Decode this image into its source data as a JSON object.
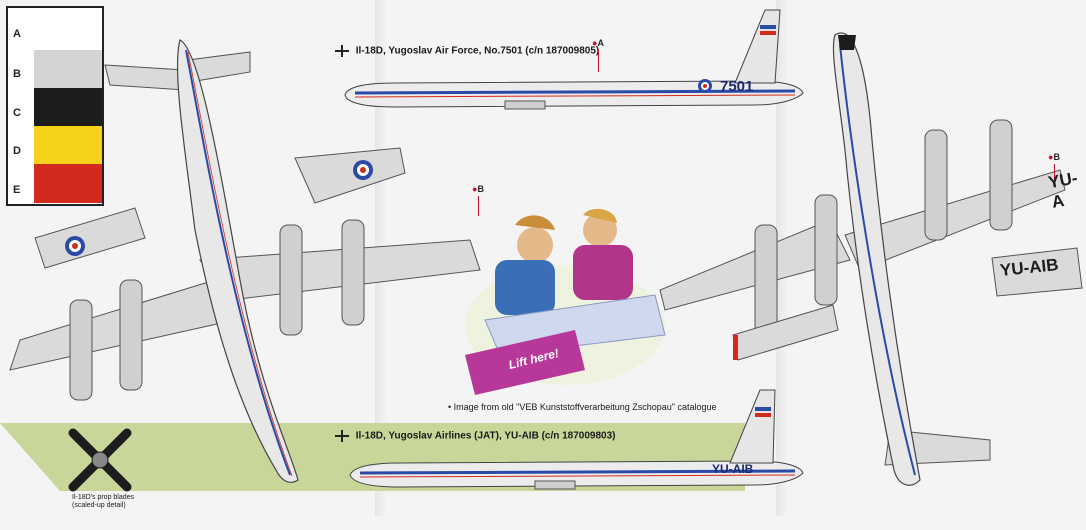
{
  "colour_chart": {
    "swatches": [
      {
        "letter": "A",
        "color": "#ffffff"
      },
      {
        "letter": "B",
        "color": "#d4d4d6"
      },
      {
        "letter": "C",
        "color": "#1c1c1c"
      },
      {
        "letter": "D",
        "color": "#f4d21a"
      },
      {
        "letter": "E",
        "color": "#d32a1e"
      }
    ]
  },
  "captions": {
    "top_aircraft": "Il-18D, Yugoslav Air Force, No.7501 (c/n 187009805)",
    "bottom_aircraft": "Il-18D, Yugoslav Airlines (JAT), YU-AIB (c/n 187009803)",
    "catalogue_image": "Image from old \"VEB Kunststoffverarbeitung Zschopau\" catalogue",
    "prop_detail_line1": "Il-18D's prop blades",
    "prop_detail_line2": "(scaled-up detail)"
  },
  "colour_refs": {
    "a": "A",
    "b_catalogue": "B",
    "b_right": "B"
  },
  "markings": {
    "air_force_serial": "7501",
    "registration": "YU-AIB",
    "registration_partial": "YU-A",
    "catalogue_box_text": "Lift here!"
  },
  "colors": {
    "blue_stripe": "#2a4aa8",
    "red_stripe": "#d32a1e",
    "green_band": "#c9d69a",
    "aircraft_grey": "#dadada"
  }
}
